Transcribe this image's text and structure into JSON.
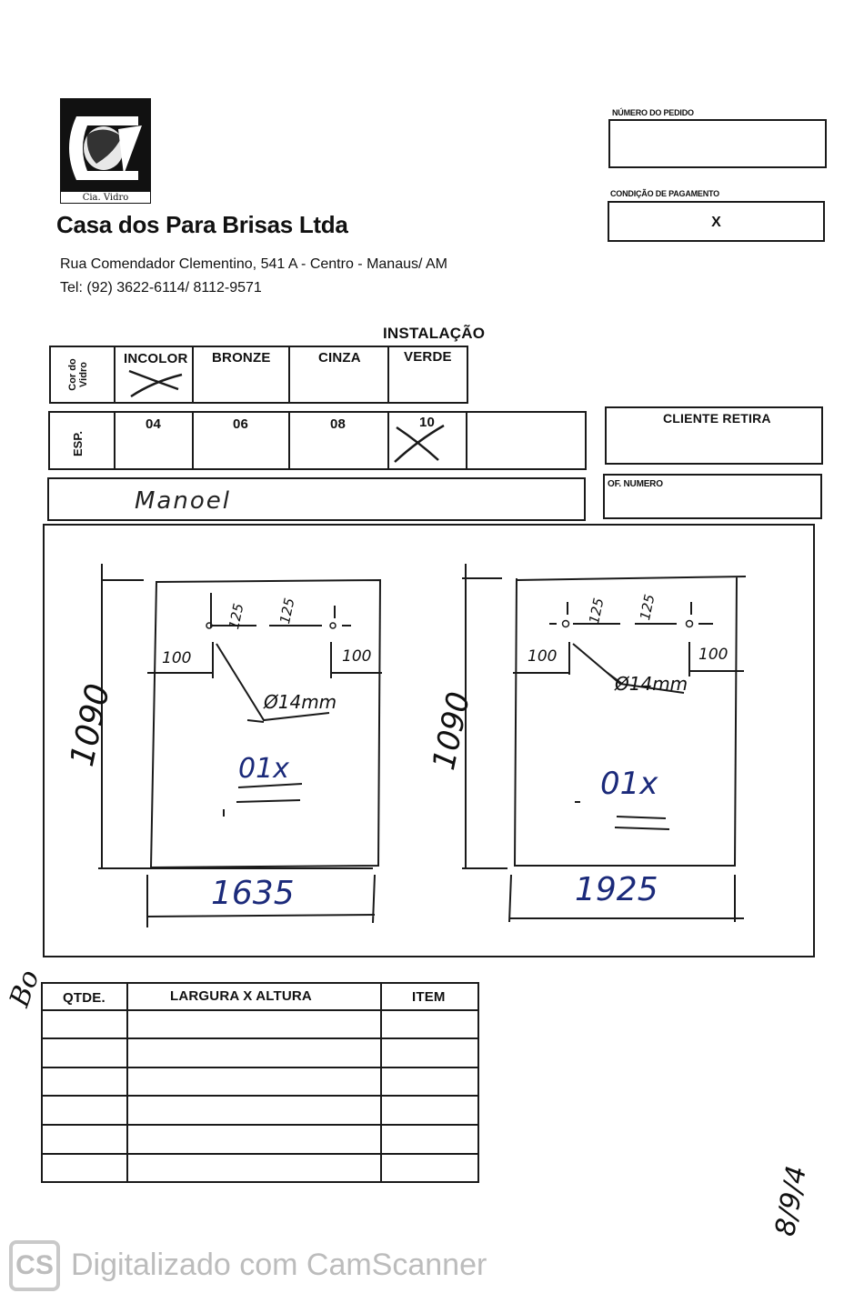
{
  "company": {
    "logo_text": "Cia. Vidro",
    "name": "Casa dos Para Brisas Ltda",
    "address": "Rua Comendador Clementino, 541 A - Centro - Manaus/ AM",
    "phone": "Tel: (92) 3622-6114/ 8112-9571"
  },
  "order": {
    "number_label": "NÚMERO DO PEDIDO",
    "number_value": "",
    "payment_label": "CONDIÇÃO DE PAGAMENTO",
    "payment_value": "X"
  },
  "installation_label": "INSTALAÇÃO",
  "glass_color": {
    "row_label": "Cor do Vidro",
    "options": [
      "INCOLOR",
      "BRONZE",
      "CINZA",
      "VERDE"
    ],
    "selected": "INCOLOR"
  },
  "thickness": {
    "row_label": "ESP.",
    "options": [
      "04",
      "06",
      "08",
      "10"
    ],
    "selected": "10"
  },
  "client_pickup_label": "CLIENTE RETIRA",
  "of_number_label": "OF. NUMERO",
  "handwritten_name": "Manoel",
  "drawings": [
    {
      "width": "1635",
      "height": "1090",
      "hole_offset_top_left": "125",
      "hole_offset_top_right": "125",
      "hole_offset_side_left": "100",
      "hole_offset_side_right": "100",
      "hole_diameter": "Ø14mm",
      "quantity": "01x"
    },
    {
      "width": "1925",
      "height": "1090",
      "hole_offset_top_left": "125",
      "hole_offset_top_right": "125",
      "hole_offset_side_left": "100",
      "hole_offset_side_right": "100",
      "hole_diameter": "Ø14mm",
      "quantity": "01x"
    }
  ],
  "items_table": {
    "headers": [
      "QTDE.",
      "LARGURA X ALTURA",
      "ITEM"
    ],
    "rows": [
      [
        "",
        "",
        ""
      ],
      [
        "",
        "",
        ""
      ],
      [
        "",
        "",
        ""
      ],
      [
        "",
        "",
        ""
      ],
      [
        "",
        "",
        ""
      ],
      [
        "",
        "",
        ""
      ]
    ]
  },
  "side_note": "8/9/4",
  "margin_initials": "Bo",
  "scanner": {
    "badge": "CS",
    "text": "Digitalizado com CamScanner",
    "badge_color": "#c9c9c9",
    "text_color": "#bcbcbc"
  },
  "colors": {
    "ink": "#1b2a7a",
    "print": "#1a1a1a"
  }
}
